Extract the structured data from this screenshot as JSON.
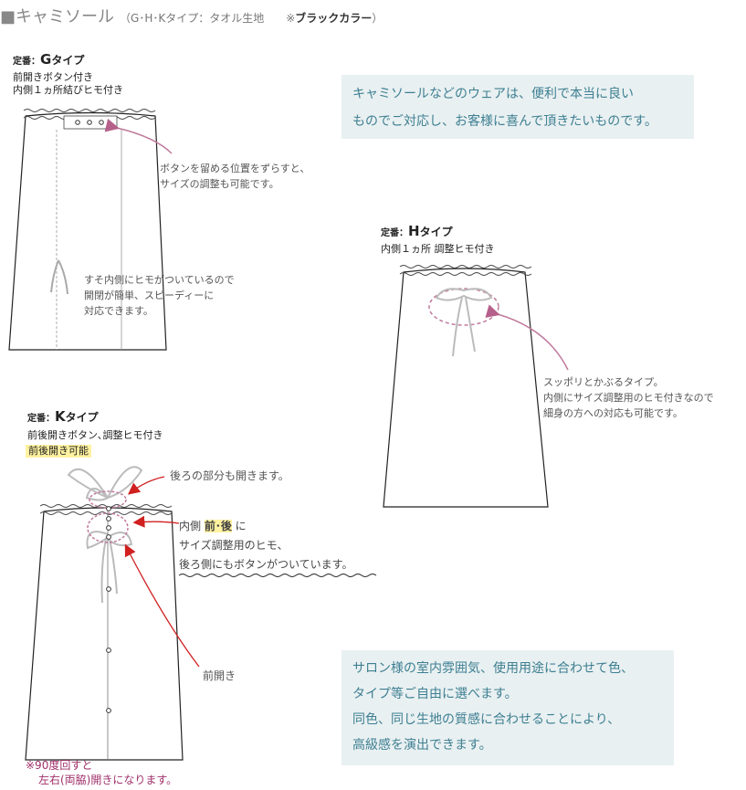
{
  "header": {
    "square": "■",
    "title": "キャミソール",
    "subtitle_prefix": "（G･H･Kタイプ：タオル生地　　※",
    "subtitle_strong": "ブラックカラー",
    "subtitle_suffix": "）"
  },
  "info_top": {
    "line1": "キャミソールなどのウェアは、便利で本当に良い",
    "line2": "ものでご対応し、お客様に喜んで頂きたいものです。"
  },
  "info_bottom": {
    "line1": "サロン様の室内雰囲気、使用用途に合わせて色、",
    "line2": "タイプ等ご自由に選べます。",
    "line3": "同色、同じ生地の質感に合わせることにより、",
    "line4": "高級感を演出できます。"
  },
  "g_type": {
    "std": "定番：",
    "letter": "G",
    "type": "タイプ",
    "desc1": "前開きボタン付き",
    "desc2": "内側１ヵ所結びヒモ付き",
    "note_button1": "ボタンを留める位置をずらすと、",
    "note_button2": "サイズの調整も可能です。",
    "note_tie1": "すそ内側にヒモがついているので",
    "note_tie2": "開閉が簡単、スピーディーに",
    "note_tie3": "対応できます。"
  },
  "h_type": {
    "std": "定番：",
    "letter": "H",
    "type": "タイプ",
    "desc1": "内側１ヵ所 調整ヒモ付き",
    "note1": "スッポリとかぶるタイプ。",
    "note2": "内側にサイズ調整用のヒモ付きなので",
    "note3": "細身の方への対応も可能です。"
  },
  "k_type": {
    "std": "定番：",
    "letter": "K",
    "type": "タイプ",
    "desc1": "前後開きボタン､調整ヒモ付き",
    "desc2": "前後開き可能",
    "note_back": "後ろの部分も開きます。",
    "note_inner_prefix": "内側 ",
    "note_inner_hl": "前･後",
    "note_inner_suffix": " に",
    "note_inner2": "サイズ調整用のヒモ、",
    "note_inner3": "後ろ側にもボタンがついています。",
    "note_front": "前開き",
    "note_rotate1": "※90度回すと",
    "note_rotate2": "左右(両脇)開きになります。"
  }
}
